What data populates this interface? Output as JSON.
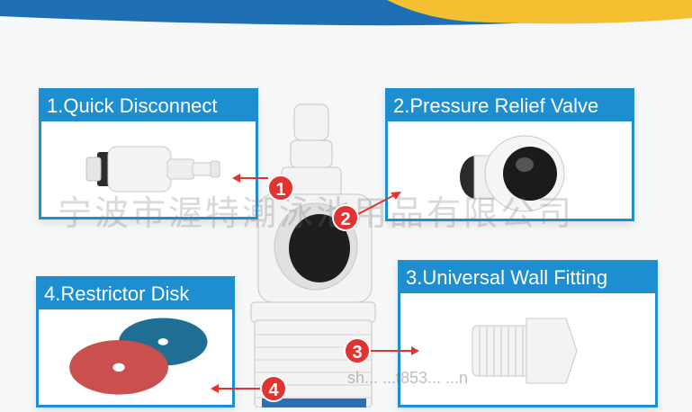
{
  "colors": {
    "accent_blue": "#1d8fd1",
    "callout_red": "#e23333",
    "top_band_blue": "#1e6fb3",
    "top_band_yellow": "#f4c032",
    "product_white": "#f2f2f2",
    "disk_red": "#c9504e",
    "disk_blue": "#1f6f94"
  },
  "panels": [
    {
      "key": "quick_disconnect",
      "title": "1.Quick Disconnect"
    },
    {
      "key": "pressure_relief_valve",
      "title": "2.Pressure Relief Valve"
    },
    {
      "key": "universal_wall_fitting",
      "title": "3.Universal Wall Fitting"
    },
    {
      "key": "restrictor_disk",
      "title": "4.Restrictor Disk"
    }
  ],
  "callouts": [
    "1",
    "2",
    "3",
    "4"
  ],
  "watermark": {
    "main": "宁波市渥特潮泳池用品有限公司",
    "bottom": "sh... ...t853... ...n"
  },
  "icons": {
    "quick_disconnect": "quick-disconnect-fitting-icon",
    "pressure_relief_valve": "pressure-relief-valve-icon",
    "universal_wall_fitting": "threaded-wall-fitting-icon",
    "restrictor_disk": "restrictor-disks-icon",
    "center_product": "wall-fitting-assembly-icon"
  }
}
